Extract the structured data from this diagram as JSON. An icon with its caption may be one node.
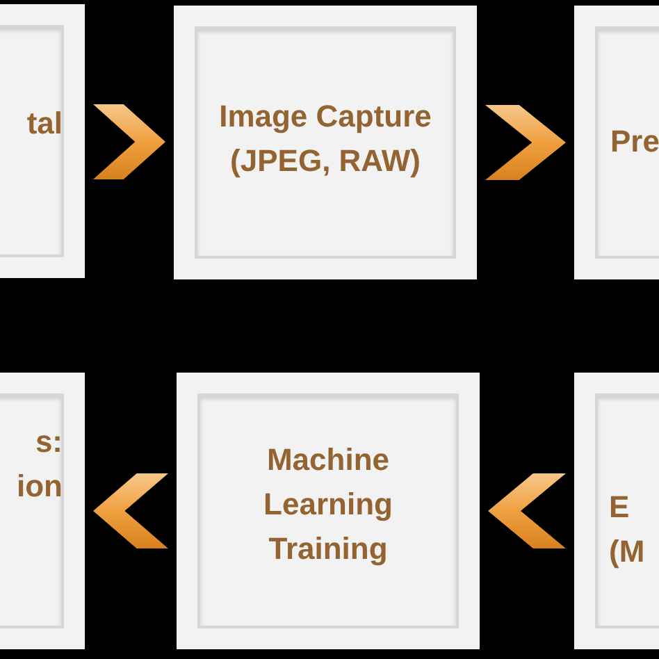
{
  "diagram": {
    "nodes": [
      {
        "text": [
          "tal"
        ]
      },
      {
        "text": [
          "Image Capture (JPEG, RAW)"
        ]
      },
      {
        "text": [
          "Pre"
        ]
      },
      {
        "text": [
          "s: ion"
        ]
      },
      {
        "text": [
          "Machine Learning Training"
        ]
      },
      {
        "text": [
          "E (M"
        ]
      }
    ],
    "edges": [
      {
        "from": 0,
        "to": 1,
        "arrow": "to"
      },
      {
        "from": 1,
        "to": 2,
        "arrow": "to"
      },
      {
        "from": 5,
        "to": 4,
        "arrow": "to"
      },
      {
        "from": 4,
        "to": 3,
        "arrow": "to"
      }
    ]
  }
}
